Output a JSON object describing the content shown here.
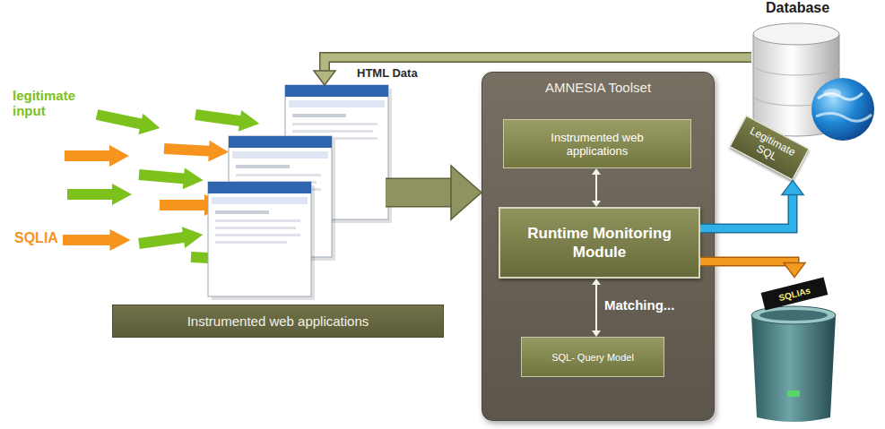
{
  "diagram": {
    "nodes": [
      {
        "text": [
          "Database"
        ]
      },
      {
        "text": [
          "Instrumented web applications"
        ]
      },
      {
        "text": [
          "AMNESIA Toolset"
        ]
      },
      {
        "text": [
          "Instrumented web applications"
        ],
        "in": 2
      },
      {
        "text": [
          "Runtime Monitoring Module"
        ],
        "in": 2
      },
      {
        "text": [
          "SQL- Query Model"
        ],
        "in": 2
      },
      {
        "text": [
          "Legitimate SQL"
        ]
      },
      {
        "text": [
          "SQLIAs"
        ]
      }
    ],
    "edges": [
      {
        "from": 0,
        "to": 1,
        "arrow": "to",
        "label": "HTML Data"
      },
      {
        "from": 1,
        "to": 2,
        "arrow": "to"
      },
      {
        "from": 3,
        "to": 4,
        "arrow": "both"
      },
      {
        "from": 4,
        "to": 5,
        "arrow": "both",
        "label": "Matching..."
      },
      {
        "from": 4,
        "to": 6,
        "arrow": "to"
      },
      {
        "from": 4,
        "to": 7,
        "arrow": "to"
      }
    ],
    "labels": [
      "legitimate input",
      "SQLIA"
    ]
  }
}
